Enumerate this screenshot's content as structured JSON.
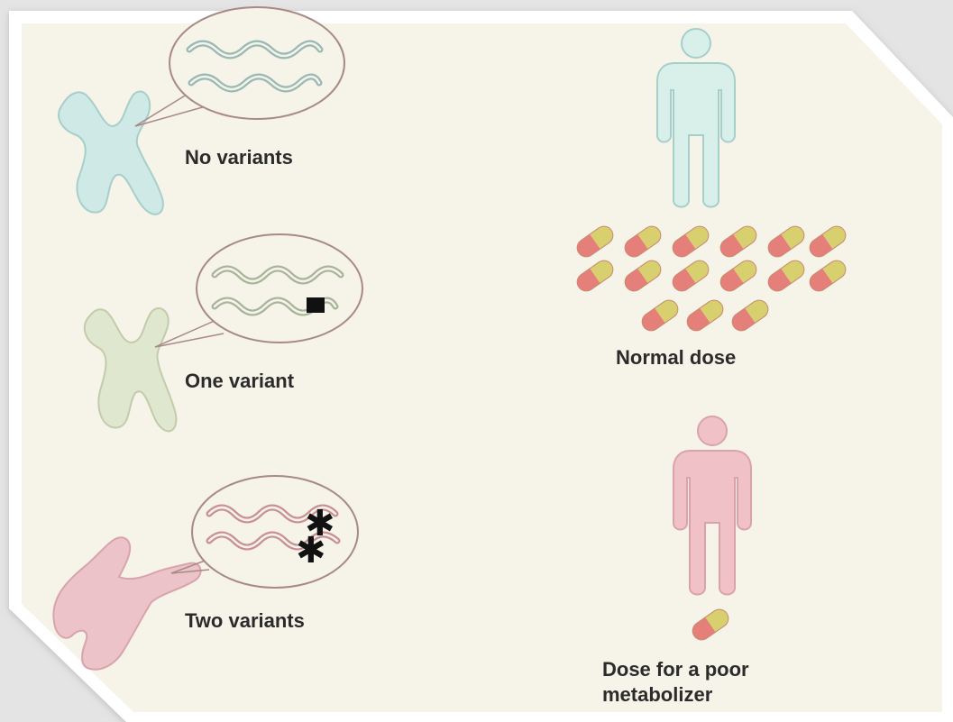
{
  "genotypes": [
    {
      "label": "No variants",
      "variant_marks": "none",
      "color": "#cfe9e6"
    },
    {
      "label": "One variant",
      "variant_marks": "one square",
      "color": "#dfe7cf"
    },
    {
      "label": "Two variants",
      "variant_marks": "two asterisks",
      "color": "#ecc3c9"
    }
  ],
  "doses": {
    "normal": {
      "label": "Normal dose",
      "pill_count": 15,
      "person_color": "#d8efea"
    },
    "poor": {
      "line1": "Dose for a poor",
      "line2": "metabolizer",
      "pill_count": 1,
      "person_color": "#f0c2c8"
    }
  },
  "colors": {
    "panel_bg": "#f6f3e9",
    "frame": "#ffffff",
    "outer_bg": "#e4e4e4",
    "pill_red": "#e57f7a",
    "pill_yellow": "#d8d06f",
    "bubble_stroke": "#a78a86"
  }
}
